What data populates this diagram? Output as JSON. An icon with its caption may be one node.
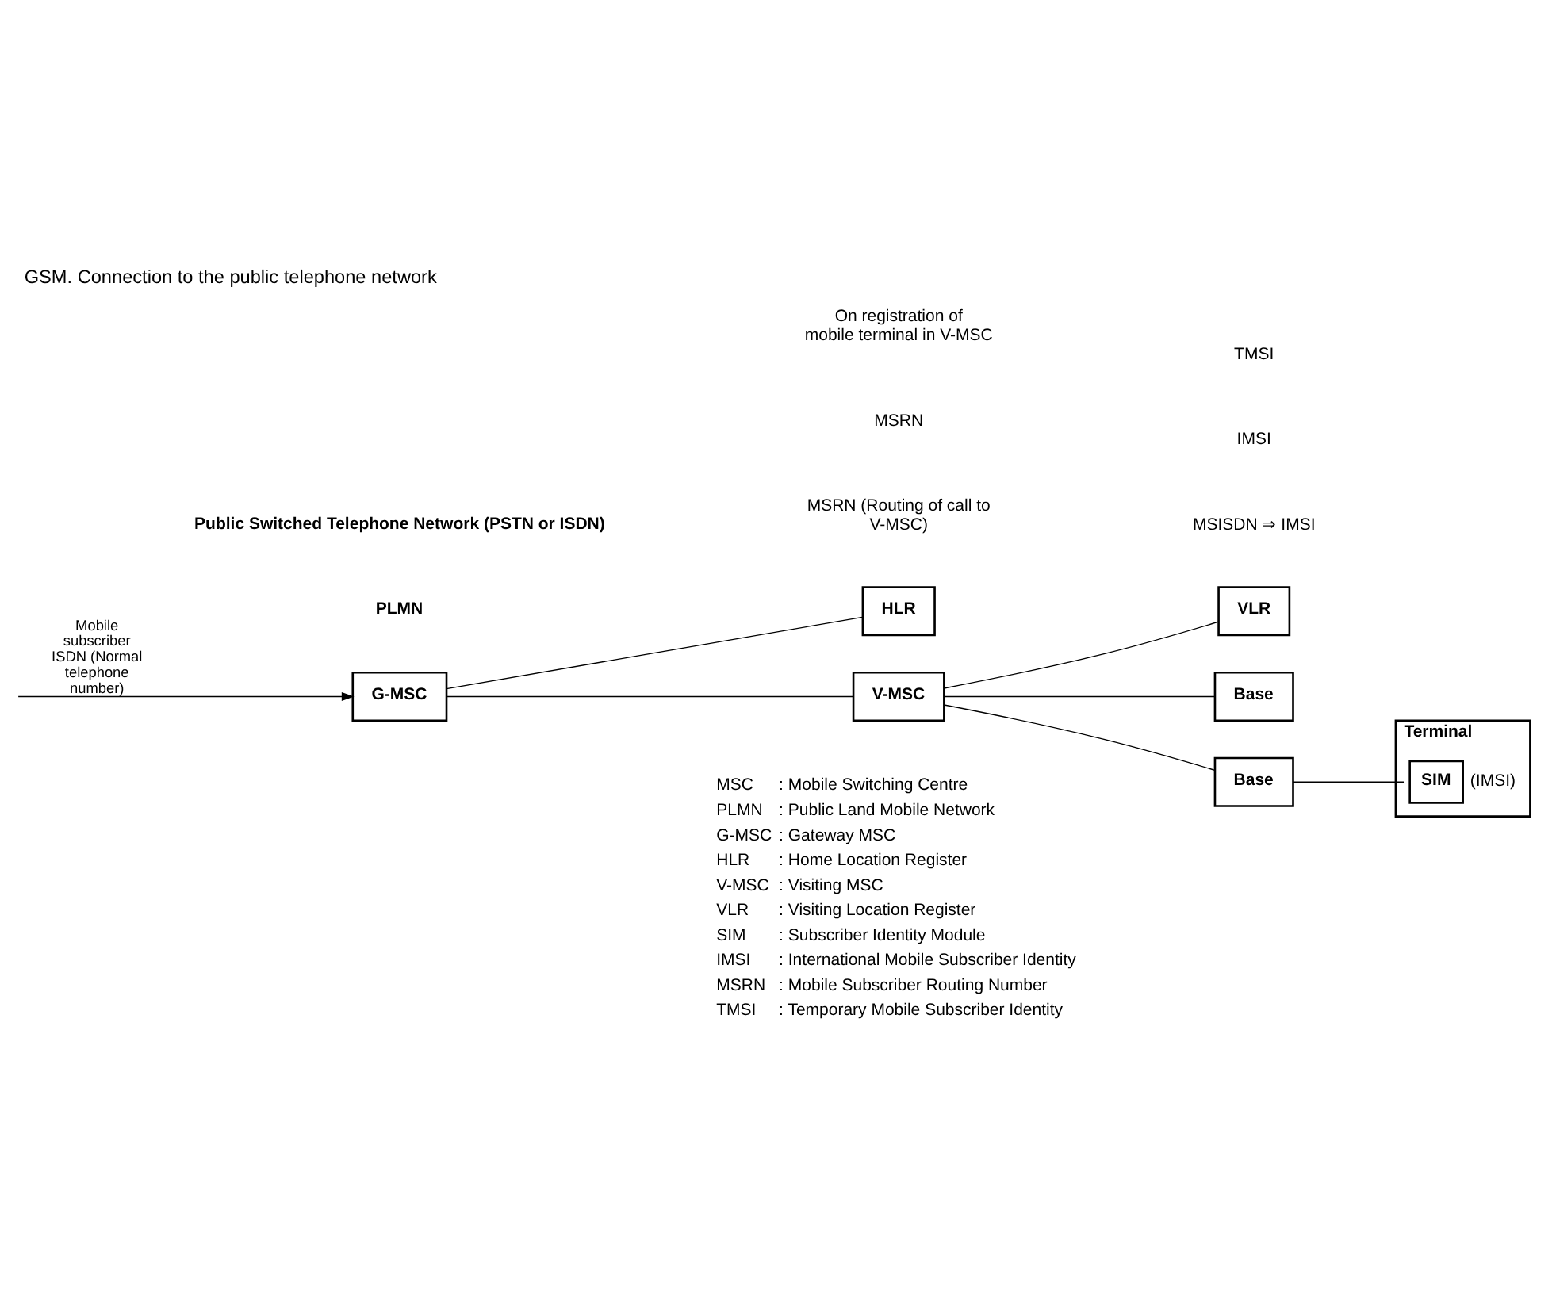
{
  "diagram": {
    "title": "GSM. Connection to the public telephone network",
    "nodes": [
      {
        "text": [
          "G-MSC"
        ]
      },
      {
        "text": [
          "HLR"
        ]
      },
      {
        "text": [
          "V-MSC"
        ]
      },
      {
        "text": [
          "VLR"
        ]
      },
      {
        "text": [
          "Base"
        ]
      },
      {
        "text": [
          "Base"
        ]
      },
      {
        "text": [
          "Terminal"
        ]
      },
      {
        "text": [
          "SIM"
        ],
        "in": 6,
        "beside": [
          "(IMSI)"
        ]
      }
    ],
    "edges": [
      {
        "from": null,
        "to": 0,
        "arrow": "to",
        "label": "Mobile subscriber ISDN (Normal telephone number)"
      },
      {
        "from": 0,
        "to": 2,
        "arrow": "none"
      },
      {
        "from": 0,
        "to": 1,
        "arrow": "none"
      },
      {
        "from": 2,
        "to": 4,
        "arrow": "none"
      },
      {
        "from": 2,
        "to": 5,
        "arrow": "none"
      },
      {
        "from": 2,
        "to": 3,
        "arrow": "none"
      },
      {
        "from": 5,
        "to": 7,
        "arrow": "none"
      }
    ],
    "labels": [
      "Public Switched Telephone Network (PSTN or ISDN)",
      "PLMN",
      "On registration of mobile terminal in V-MSC",
      "MSRN",
      "MSRN (Routing of call to V-MSC)",
      "TMSI",
      "IMSI",
      "MSISDN ⇒ IMSI",
      "MSC",
      ": Mobile Switching Centre",
      "PLMN",
      ": Public Land Mobile Network",
      "G-MSC",
      ": Gateway MSC",
      "HLR",
      ": Home Location Register",
      "V-MSC",
      ": Visiting MSC",
      "VLR",
      ": Visiting Location Register",
      "SIM",
      ": Subscriber Identity Module",
      "IMSI",
      ": International Mobile Subscriber Identity",
      "MSRN",
      ": Mobile Subscriber Routing Number",
      "TMSI",
      ": Temporary Mobile Subscriber Identity"
    ]
  }
}
